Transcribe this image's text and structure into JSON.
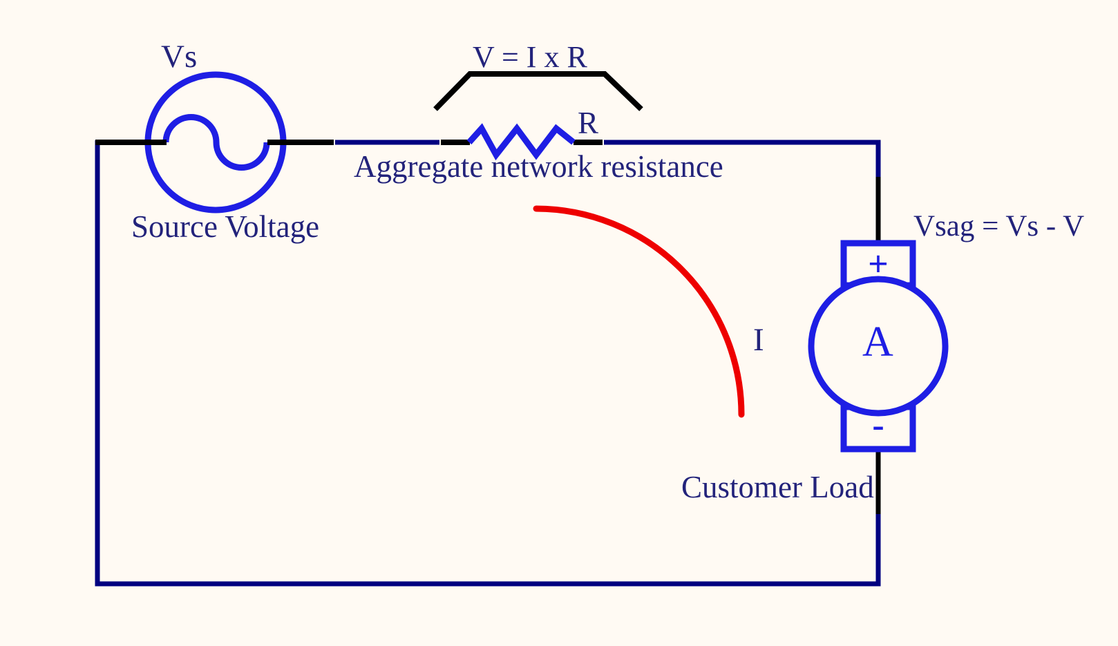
{
  "diagram": {
    "source": {
      "symbol": "Vs",
      "caption": "Source Voltage"
    },
    "resistor": {
      "formula": "V = I x R",
      "symbol": "R",
      "caption": "Aggregate network resistance"
    },
    "load": {
      "vsag_formula": "Vsag = Vs - V",
      "meter_letter": "A",
      "plus_terminal": "+",
      "minus_terminal": "-",
      "caption": "Customer Load"
    },
    "current": {
      "symbol": "I"
    }
  },
  "icons": {
    "ac_source": "circle-with-sine-wave",
    "resistor": "zigzag-resistor",
    "ammeter_load": "circle-meter-with-terminal-boxes",
    "current_arrow": "red-quarter-arc",
    "formula_bracket": "angled-overbrace"
  },
  "colors": {
    "background": "#FFFAF3",
    "wire_navy": "#000080",
    "wire_black": "#000000",
    "component_blue": "#1E1EE4",
    "label_navy": "#23237B",
    "current_red": "#EE0000"
  }
}
